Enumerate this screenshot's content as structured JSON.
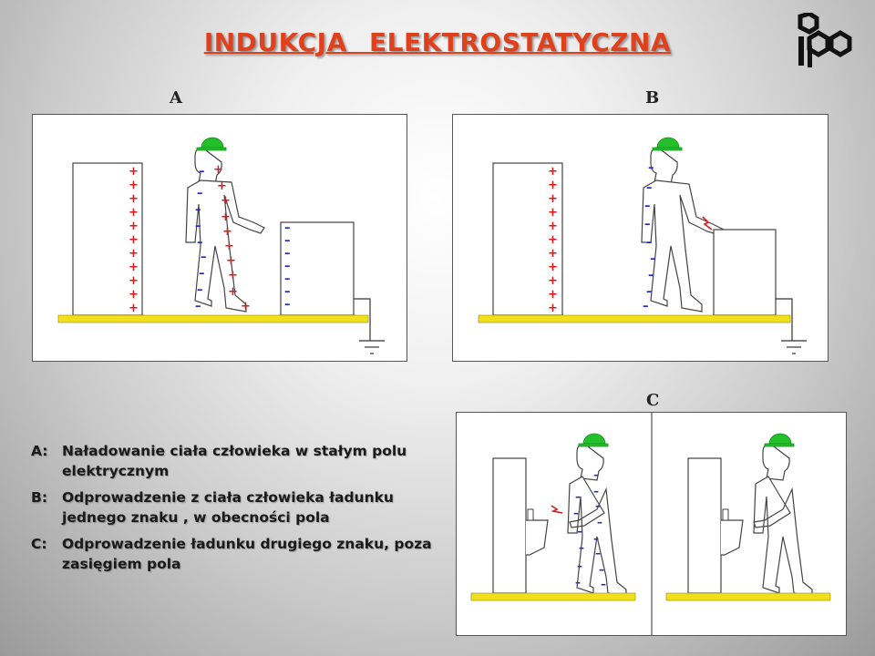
{
  "title": "INDUKCJA   ELEKTROSTATYCZNA",
  "logo_text": "ipo",
  "panels": {
    "a_label": "A",
    "b_label": "B",
    "c_label": "C"
  },
  "legend": [
    {
      "key": "A:",
      "text": "Naładowanie ciała człowieka w stałym polu elektrycznym"
    },
    {
      "key": "B:",
      "text": "Odprowadzenie z ciała człowieka ładunku jednego znaku ,   w obecności pola"
    },
    {
      "key": "C:",
      "text": "Odprowadzenie ładunku drugiego znaku, poza zasięgiem pola"
    }
  ],
  "colors": {
    "title": "#e0401c",
    "helmet": "#22c02a",
    "floor": "#f2df1c",
    "plus": "#e01818",
    "minus": "#1b2bd0",
    "spark": "#e01818"
  }
}
